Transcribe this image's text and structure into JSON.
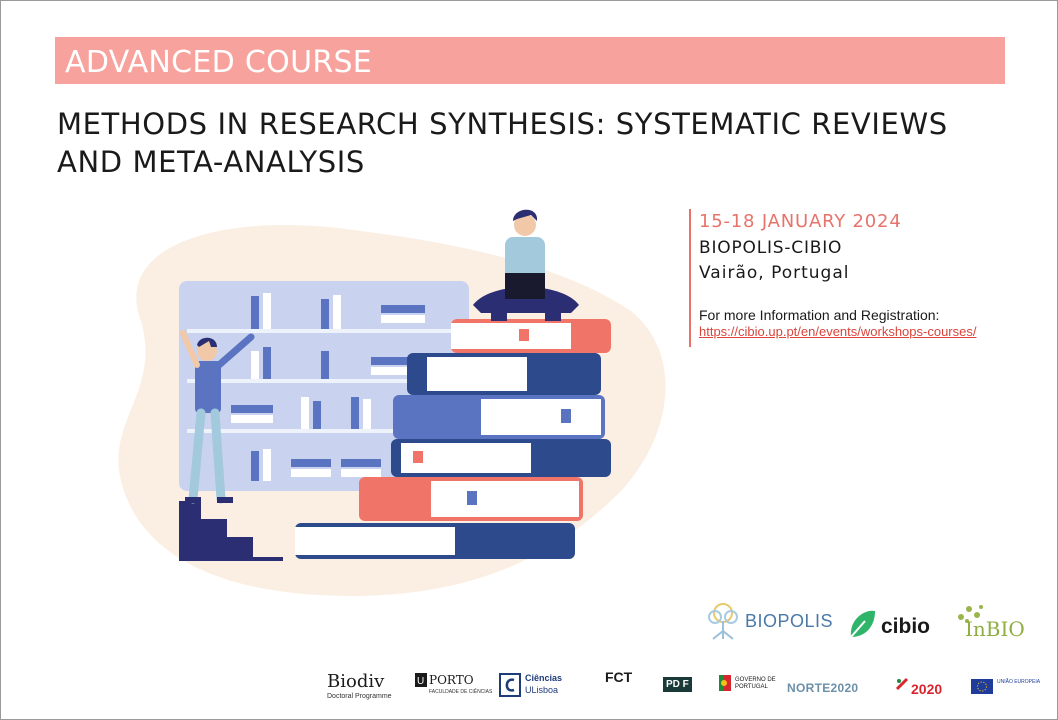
{
  "banner": {
    "text": "ADVANCED COURSE"
  },
  "title": {
    "line1": "METHODS IN RESEARCH SYNTHESIS: SYSTEMATIC REVIEWS",
    "line2": "AND META-ANALYSIS"
  },
  "event": {
    "date": "15-18 JANUARY 2024",
    "venue": "BIOPOLIS-CIBIO",
    "place": "Vairão, Portugal",
    "more_info": "For more Information and Registration:",
    "link": "https://cibio.up.pt/en/events/workshops-courses/"
  },
  "partners": {
    "biopolis": "BIOPOLIS",
    "cibio": "cibio",
    "inbio": "InBIO"
  },
  "funders": {
    "biodiv": "Biodiv",
    "biodiv_sub": "Doctoral Programme",
    "uporto": "PORTO",
    "uporto_sub": "FACULDADE DE CIÊNCIAS",
    "ciencias": "Ciências",
    "ciencias_sub": "ULisboa",
    "fct": "FCT",
    "pdf": "PD F",
    "gov": "GOVERNO DE PORTUGAL",
    "norte": "NORTE2020",
    "portugal2020": "2020",
    "ue": "UNIÃO EUROPEIA"
  },
  "colors": {
    "accent": "#f7a29c",
    "coral": "#e8736b",
    "navy": "#2c4a8c",
    "blob": "#fbefe3"
  }
}
